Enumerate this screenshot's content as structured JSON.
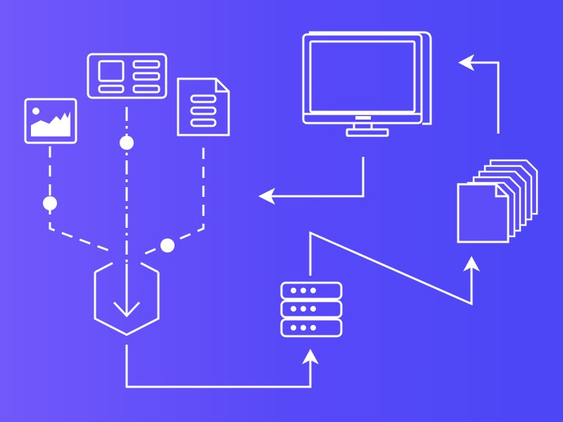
{
  "diagram": {
    "background": {
      "from": "#7158FA",
      "to": "#4B46F6"
    },
    "stroke_color": "#FFFFFF",
    "nodes": [
      {
        "id": "image",
        "icon": "image-icon"
      },
      {
        "id": "layout",
        "icon": "layout-card-icon"
      },
      {
        "id": "document",
        "icon": "document-icon"
      },
      {
        "id": "processor",
        "icon": "hexagon-download-icon"
      },
      {
        "id": "server",
        "icon": "server-stack-icon"
      },
      {
        "id": "files",
        "icon": "file-stack-icon"
      },
      {
        "id": "monitor",
        "icon": "monitor-icon"
      }
    ],
    "edges": [
      {
        "from": "image",
        "to": "processor",
        "style": "dashed"
      },
      {
        "from": "layout",
        "to": "processor",
        "style": "dash-dot"
      },
      {
        "from": "document",
        "to": "processor",
        "style": "dashed"
      },
      {
        "from": "processor",
        "to": "server",
        "style": "solid"
      },
      {
        "from": "server",
        "to": "files",
        "style": "solid"
      },
      {
        "from": "files",
        "to": "monitor",
        "style": "solid"
      },
      {
        "from": "monitor",
        "to": "processor",
        "style": "solid"
      }
    ]
  }
}
